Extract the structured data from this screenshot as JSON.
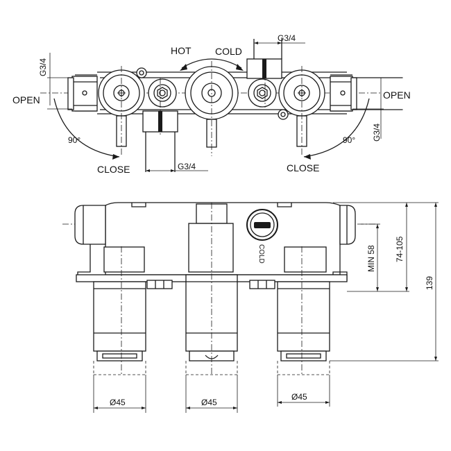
{
  "top_view": {
    "hot_label": "HOT",
    "cold_label": "COLD",
    "open_left": "OPEN",
    "open_right": "OPEN",
    "close_left": "CLOSE",
    "close_right": "CLOSE",
    "angle_left": "90°",
    "angle_right": "90°",
    "thread_top": "G3/4",
    "thread_bottom": "G3/4",
    "thread_left": "G3/4",
    "thread_right": "G3/4"
  },
  "front_view": {
    "cold_marking": "COLD",
    "dim_min": "MIN 58",
    "dim_range": "74-105",
    "dim_total": "139",
    "dia_left": "Ø45",
    "dia_center": "Ø45",
    "dia_right": "Ø45"
  }
}
